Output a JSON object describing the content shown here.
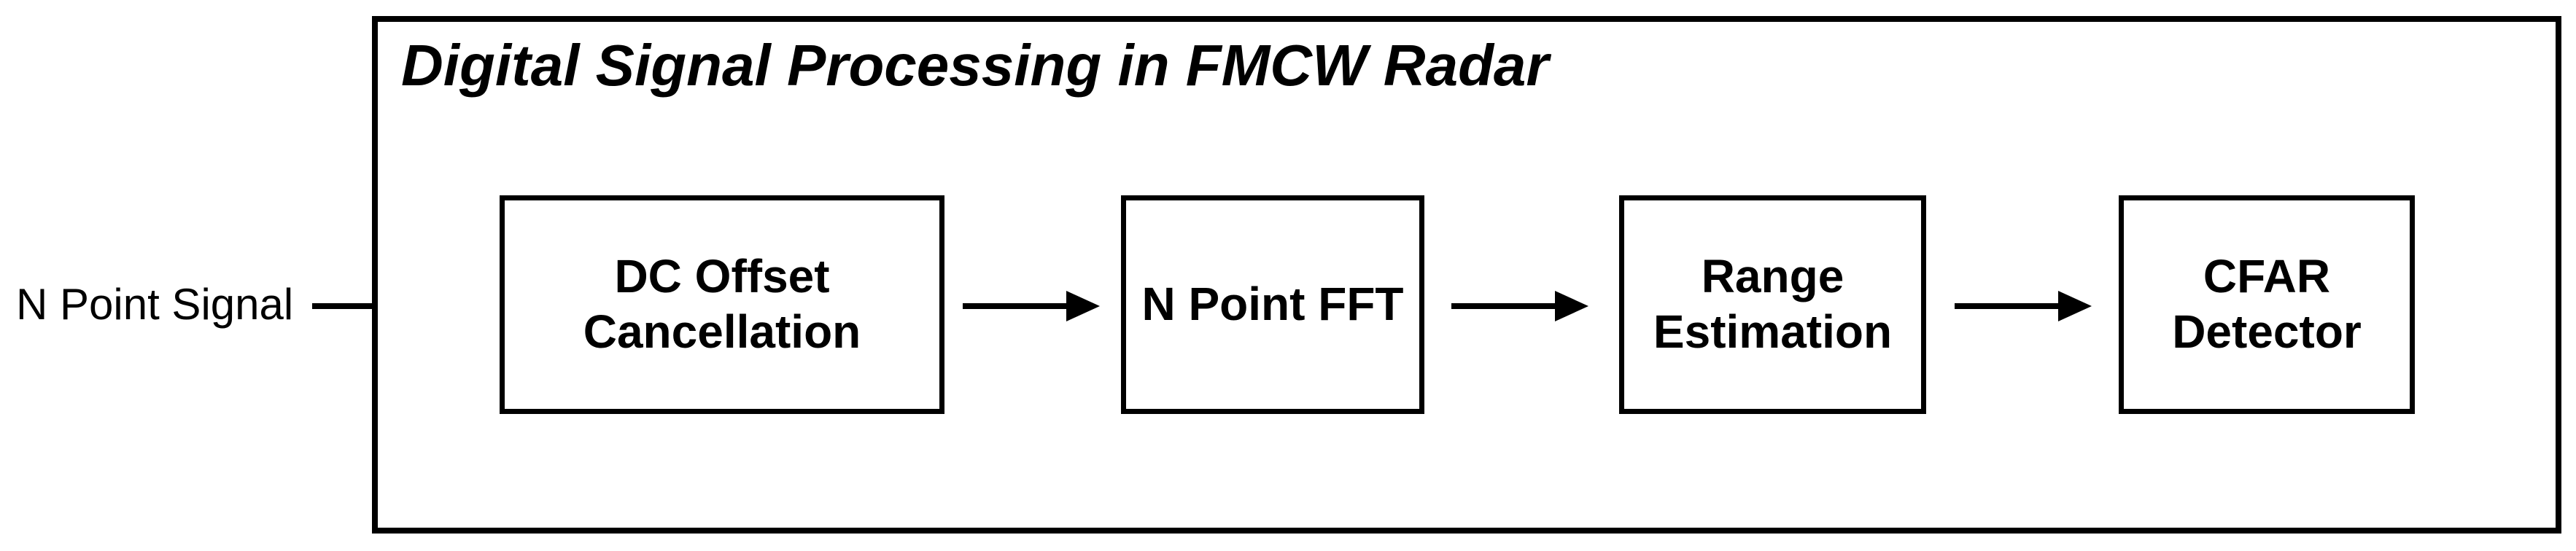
{
  "diagram": {
    "title": "Digital Signal Processing in FMCW Radar",
    "input_label": "N Point Signal",
    "blocks": [
      {
        "id": "dc-offset-cancellation",
        "label": "DC Offset\nCancellation"
      },
      {
        "id": "n-point-fft",
        "label": "N Point FFT"
      },
      {
        "id": "range-estimation",
        "label": "Range\nEstimation"
      },
      {
        "id": "cfar-detector",
        "label": "CFAR\nDetector"
      }
    ],
    "arrows": [
      {
        "id": "input-arrow",
        "from": "N Point Signal",
        "to": "DC Offset Cancellation"
      },
      {
        "id": "flow-arrow-1",
        "from": "DC Offset Cancellation",
        "to": "N Point FFT"
      },
      {
        "id": "flow-arrow-2",
        "from": "N Point FFT",
        "to": "Range Estimation"
      },
      {
        "id": "flow-arrow-3",
        "from": "Range Estimation",
        "to": "CFAR Detector"
      }
    ],
    "colors": {
      "ink": "#000000",
      "background": "#ffffff"
    }
  }
}
